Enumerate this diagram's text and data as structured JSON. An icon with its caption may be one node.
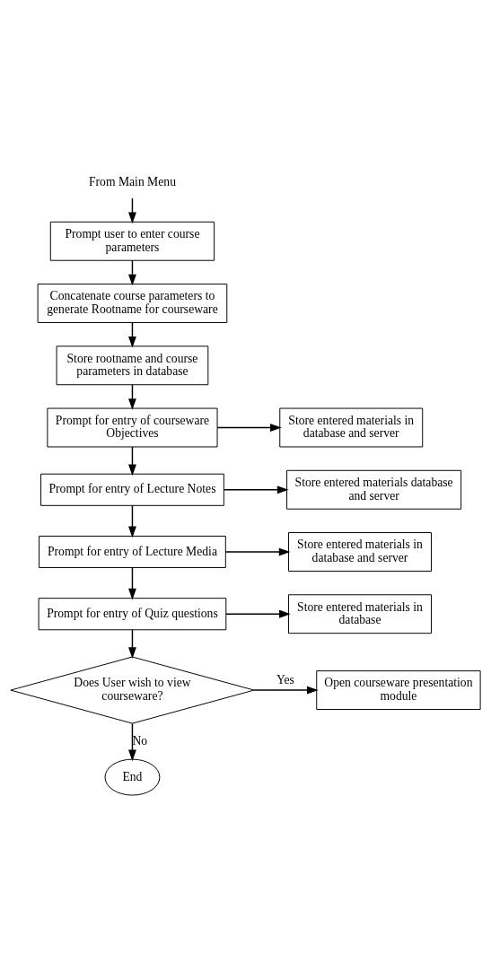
{
  "diagram": {
    "nodes": [
      {
        "text": [
          "From Main Menu"
        ]
      },
      {
        "text": [
          "Prompt user to enter course parameters"
        ]
      },
      {
        "text": [
          "Concatenate course parameters to generate Rootname for courseware"
        ]
      },
      {
        "text": [
          "Store rootname and course parameters in database"
        ]
      },
      {
        "text": [
          "Prompt for entry of courseware Objectives"
        ]
      },
      {
        "text": [
          "Store entered materials in database and server"
        ]
      },
      {
        "text": [
          "Prompt for entry of Lecture Notes"
        ]
      },
      {
        "text": [
          "Store entered materials database and server"
        ]
      },
      {
        "text": [
          "Prompt for entry of Lecture Media"
        ]
      },
      {
        "text": [
          "Store entered materials in database and server"
        ]
      },
      {
        "text": [
          "Prompt for entry of Quiz questions"
        ]
      },
      {
        "text": [
          "Store entered materials in database"
        ]
      },
      {
        "text": [
          "Does User wish to view courseware?"
        ]
      },
      {
        "text": [
          "Open courseware presentation module"
        ]
      },
      {
        "text": [
          "End"
        ]
      }
    ],
    "edges": [
      {
        "from": 0,
        "to": 1,
        "arrow": "to"
      },
      {
        "from": 1,
        "to": 2,
        "arrow": "to"
      },
      {
        "from": 2,
        "to": 3,
        "arrow": "to"
      },
      {
        "from": 3,
        "to": 4,
        "arrow": "to"
      },
      {
        "from": 4,
        "to": 5,
        "arrow": "to"
      },
      {
        "from": 4,
        "to": 6,
        "arrow": "to"
      },
      {
        "from": 6,
        "to": 7,
        "arrow": "to"
      },
      {
        "from": 6,
        "to": 8,
        "arrow": "to"
      },
      {
        "from": 8,
        "to": 9,
        "arrow": "to"
      },
      {
        "from": 8,
        "to": 10,
        "arrow": "to"
      },
      {
        "from": 10,
        "to": 11,
        "arrow": "to"
      },
      {
        "from": 10,
        "to": 12,
        "arrow": "to"
      },
      {
        "from": 12,
        "to": 13,
        "label": "Yes",
        "arrow": "to"
      },
      {
        "from": 12,
        "to": 14,
        "label": "No",
        "arrow": "to"
      }
    ]
  }
}
